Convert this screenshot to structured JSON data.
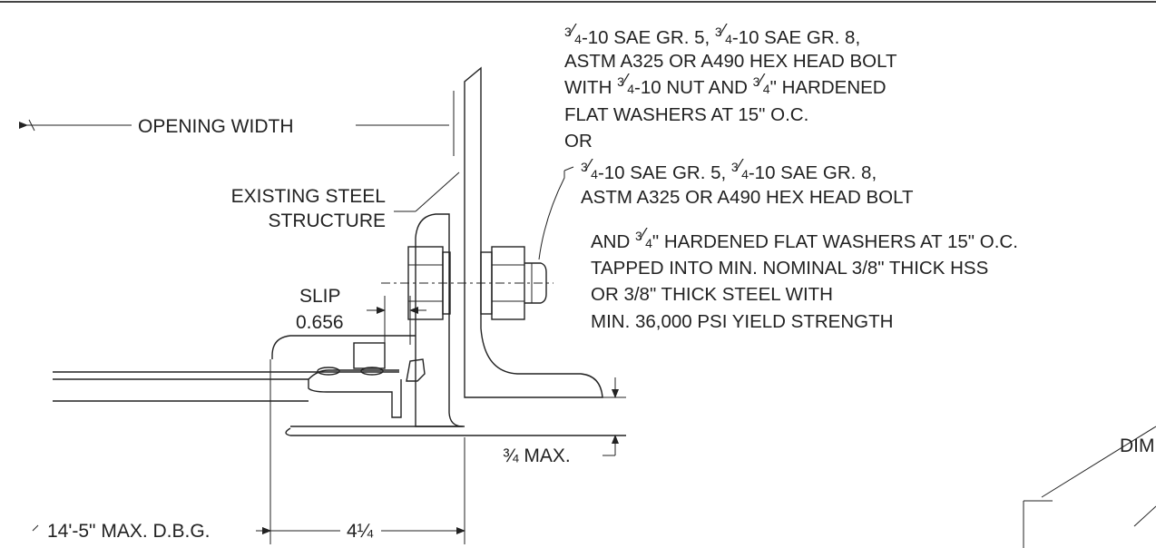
{
  "labels": {
    "opening_width": "OPENING WIDTH",
    "existing_steel": "EXISTING STEEL",
    "structure": "STRUCTURE",
    "slip": "SLIP",
    "slip_value": "0.656",
    "max_dbg": "14'-5\" MAX. D.B.G.",
    "dim_4_1_4": "4¼",
    "max_3_4": "¾ MAX.",
    "dim_cut": "DIM"
  },
  "note_a": {
    "line1_rest": "-10 SAE GR. 5, ",
    "line1_rest2": "-10 SAE GR. 8,",
    "line2": "ASTM A325 OR A490 HEX HEAD BOLT",
    "line3_pre": "WITH ",
    "line3_mid": "-10 NUT AND ",
    "line3_post": "\" HARDENED",
    "line4": "FLAT WASHERS AT 15\" O.C."
  },
  "or_text": "OR",
  "note_b": {
    "line1_rest": "-10 SAE GR. 5, ",
    "line1_rest2": "-10 SAE GR. 8,",
    "line2": "ASTM A325 OR A490 HEX HEAD BOLT",
    "line3_pre": "AND ",
    "line3_post": "\" HARDENED FLAT WASHERS AT 15\" O.C.",
    "line4": "TAPPED INTO MIN. NOMINAL 3/8\" THICK HSS",
    "line5": "OR 3/8\" THICK STEEL WITH",
    "line6": "MIN. 36,000 PSI YIELD STRENGTH"
  },
  "fraction": {
    "num": "3",
    "den": "4"
  }
}
